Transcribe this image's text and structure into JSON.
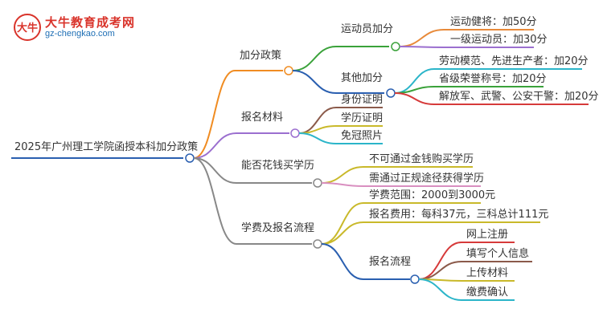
{
  "logo": {
    "glyph": "大牛",
    "title": "大牛教育成考网",
    "url": "gz-chengkao.com"
  },
  "root": {
    "label": "2025年广州理工学院函授本科加分政策",
    "children": [
      {
        "label": "加分政策",
        "color": "#f08c22",
        "children": [
          {
            "label": "运动员加分",
            "color": "#3aa23a",
            "children": [
              {
                "label": "运动健将：加50分",
                "color": "#e88a3a"
              },
              {
                "label": "一级运动员：加30分",
                "color": "#9b6fcf"
              }
            ]
          },
          {
            "label": "其他加分",
            "color": "#2a5fb0",
            "children": [
              {
                "label": "劳动模范、先进生产者：加20分",
                "color": "#2bb5c9"
              },
              {
                "label": "省级荣誉称号：加20分",
                "color": "#3aa23a"
              },
              {
                "label": "解放军、武警、公安干警：加20分",
                "color": "#d63a3a"
              }
            ]
          }
        ]
      },
      {
        "label": "报名材料",
        "color": "#9b6fcf",
        "children": [
          {
            "label": "身份证明",
            "color": "#8b5a4a"
          },
          {
            "label": "学历证明",
            "color": "#c9b92a"
          },
          {
            "label": "免冠照片",
            "color": "#2bb5c9"
          }
        ]
      },
      {
        "label": "能否花钱买学历",
        "color": "#888888",
        "children": [
          {
            "label": "不可通过金钱购买学历",
            "color": "#c9b92a"
          },
          {
            "label": "需通过正规途径获得学历",
            "color": "#d98fc0"
          }
        ]
      },
      {
        "label": "学费及报名流程",
        "color": "#888888",
        "children": [
          {
            "label": "学费范围：2000到3000元",
            "color": "#c9b92a"
          },
          {
            "label": "报名费用：每科37元，三科总计111元",
            "color": "#c9b92a"
          },
          {
            "label": "报名流程",
            "color": "#2a5fb0",
            "children": [
              {
                "label": "网上注册",
                "color": "#d63a3a"
              },
              {
                "label": "填写个人信息",
                "color": "#8b5a4a"
              },
              {
                "label": "上传材料",
                "color": "#c9b92a"
              },
              {
                "label": "缴费确认",
                "color": "#2bb5c9"
              }
            ]
          }
        ]
      }
    ]
  }
}
